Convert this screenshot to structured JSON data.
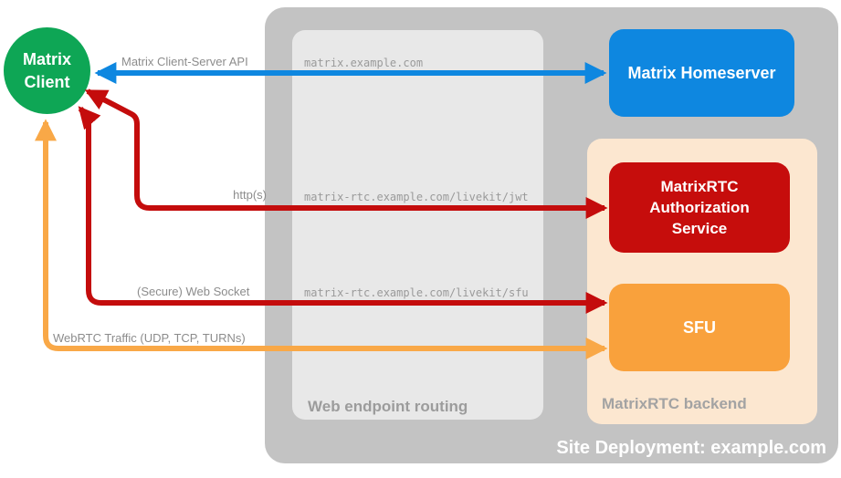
{
  "colors": {
    "site_container": "#c3c3c3",
    "routing_box": "#e8e8e8",
    "backend_container": "#fce7d0",
    "client_green": "#0ea655",
    "homeserver_blue": "#0e87e0",
    "auth_red": "#c60d0c",
    "sfu_orange": "#f9a13c",
    "arrow_blue": "#0e87e0",
    "arrow_red": "#c40c0c",
    "arrow_orange": "#f9a847",
    "label_gray": "#8c8c8c",
    "url_gray": "#9a9a9a",
    "routing_label_gray": "#9c9c9c",
    "backend_label_gray": "#a3a3a3",
    "site_label_white": "#ffffff"
  },
  "nodes": {
    "client": {
      "label": "Matrix\nClient"
    },
    "homeserver": {
      "label": "Matrix Homeserver"
    },
    "auth_service": {
      "label": "MatrixRTC\nAuthorization\nService"
    },
    "sfu": {
      "label": "SFU"
    }
  },
  "containers": {
    "site": {
      "label": "Site Deployment: example.com"
    },
    "routing": {
      "label": "Web endpoint routing",
      "entries": [
        "matrix.example.com",
        "matrix-rtc.example.com/livekit/jwt",
        "matrix-rtc.example.com/livekit/sfu"
      ]
    },
    "backend": {
      "label": "MatrixRTC backend"
    }
  },
  "connections": [
    {
      "label": "Matrix Client-Server API",
      "from": "Matrix Client",
      "to": "Matrix Homeserver",
      "color": "#0e87e0",
      "bidirectional": true
    },
    {
      "label": "http(s)",
      "from": "Matrix Client",
      "to": "MatrixRTC Authorization Service",
      "color": "#c40c0c",
      "bidirectional": true
    },
    {
      "label": "(Secure) Web Socket",
      "from": "Matrix Client",
      "to": "SFU",
      "color": "#c40c0c",
      "bidirectional": true
    },
    {
      "label": "WebRTC Traffic (UDP, TCP, TURNs)",
      "from": "Matrix Client",
      "to": "SFU",
      "color": "#f9a847",
      "bidirectional": true
    }
  ]
}
